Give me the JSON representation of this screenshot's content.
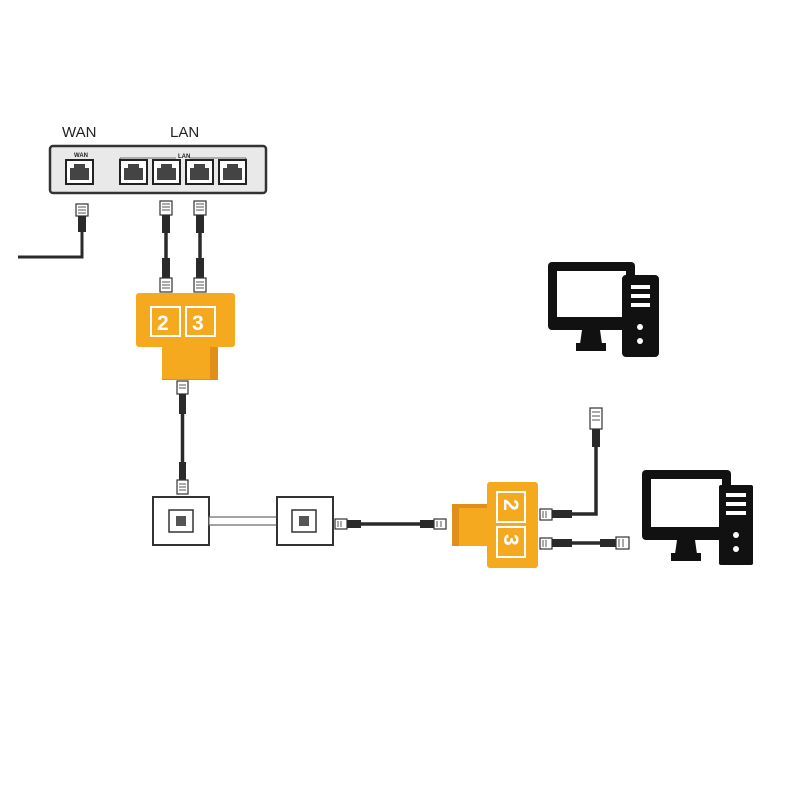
{
  "router": {
    "wan_label": "WAN",
    "lan_label": "LAN",
    "wan_port_label": "WAN",
    "lan_ports_label": "LAN"
  },
  "splitter_top": {
    "port_a": "2",
    "port_b": "3"
  },
  "splitter_bottom": {
    "port_a": "2",
    "port_b": "3"
  },
  "colors": {
    "splitter": "#F5A91E",
    "splitter_dark": "#E0901A",
    "cable": "#2a2a2a",
    "device": "#111111",
    "router_body": "#e9e9e9"
  },
  "icons": [
    "router",
    "ethernet-plug",
    "rj45-splitter",
    "wall-socket",
    "desktop-computer"
  ]
}
